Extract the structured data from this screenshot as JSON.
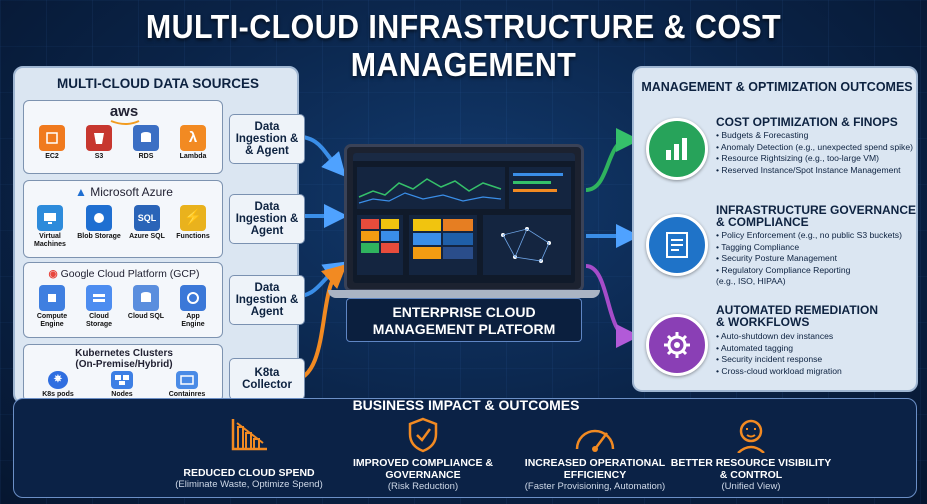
{
  "title": "MULTI-CLOUD INFRASTRUCTURE & COST MANAGEMENT",
  "sources": {
    "heading": "MULTI-CLOUD DATA SOURCES",
    "providers": [
      {
        "logo": "aws",
        "services": [
          "EC2",
          "S3",
          "RDS",
          "Lambda"
        ],
        "agent": "Data\nIngestion &\n& Agent"
      },
      {
        "logo": "Microsoft Azure",
        "services": [
          "Virtual\nMachines",
          "Blob Storage",
          "Azure SQL",
          "Functions"
        ],
        "agent": "Data\nIngestion &\nAgent"
      },
      {
        "logo": "Google Cloud Platform (GCP)",
        "services": [
          "Compute\nEngine",
          "Cloud\nStorage",
          "Cloud SQL",
          "App\nEngine"
        ],
        "agent": "Data\nIngestion &\nAgent"
      },
      {
        "logo": "Kubernetes Clusters",
        "logo_sub": "(On-Premise/Hybrid)",
        "services": [
          "K8s pods",
          "Nodes",
          "Containres"
        ],
        "agent": "K8ta\nCollector"
      }
    ]
  },
  "platform": {
    "label": "ENTERPRISE CLOUD\nMANAGEMENT PLATFORM"
  },
  "outcomes": {
    "heading": "MANAGEMENT & OPTIMIZATION OUTCOMES",
    "items": [
      {
        "title": "COST OPTIMIZATION & FINOPS",
        "color": "#27a35a",
        "icon": "finops-icon",
        "bullets": [
          "Budgets & Forecasting",
          "Anomaly Detection (e.g., unexpected spend spike)",
          "Resource Rightsizing (e.g., too-large VM)",
          "Reserved Instance/Spot Instance Management"
        ]
      },
      {
        "title": "INFRASTRUCTURE GOVERNANCE\n& COMPLIANCE",
        "color": "#1f73c8",
        "icon": "governance-icon",
        "bullets": [
          "Policy Enforcement (e.g., no public S3 buckets)",
          "Tagging Compliance",
          "Security Posture Management",
          "Regulatory Compliance Reporting\n(e.g., ISO, HIPAA)"
        ]
      },
      {
        "title": "AUTOMATED REMEDIATION\n& WORKFLOWS",
        "color": "#8a3fb5",
        "icon": "gear-icon",
        "bullets": [
          "Auto-shutdown dev instances",
          "Automated tagging",
          "Security incident response",
          "Cross-cloud workload migration"
        ]
      }
    ]
  },
  "business": {
    "heading": "BUSINESS IMPACT & OUTCOMES",
    "items": [
      {
        "label": "REDUCED CLOUD SPEND",
        "sub": "(Eliminate Waste, Optimize Spend)",
        "icon": "chart-down-icon"
      },
      {
        "label": "IMPROVED COMPLIANCE &\nGOVERNANCE",
        "sub": "(Risk Reduction)",
        "icon": "shield-check-icon"
      },
      {
        "label": "INCREASED OPERATIONAL\nEFFICIENCY",
        "sub": "(Faster Provisioning, Automation)",
        "icon": "speedometer-icon"
      },
      {
        "label": "BETTER RESOURCE VISIBILITY\n& CONTROL",
        "sub": "(Unified View)",
        "icon": "person-icon"
      }
    ]
  },
  "colors": {
    "accent_orange": "#f28a22",
    "accent_blue": "#3a8ee8",
    "accent_green": "#2fb35e",
    "accent_purple": "#a64cc9"
  }
}
